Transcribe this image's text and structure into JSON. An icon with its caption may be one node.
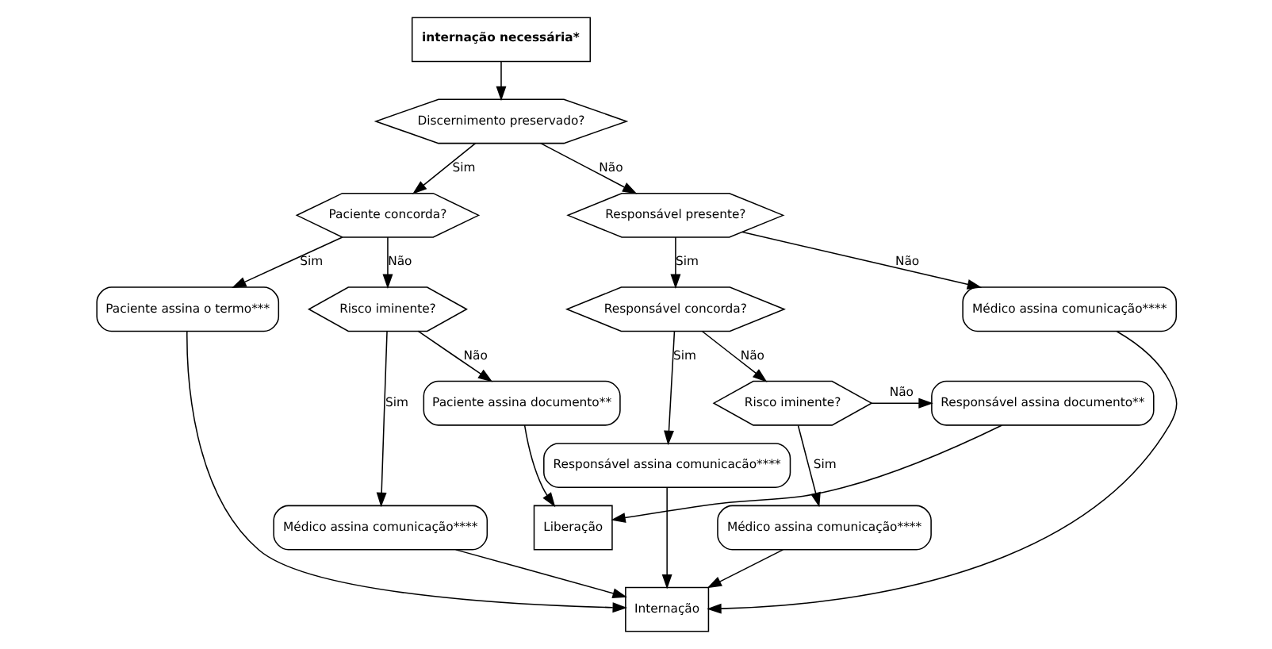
{
  "diagram": {
    "nodes": [
      {
        "text": [
          "internação necessária*"
        ]
      },
      {
        "text": [
          "Discernimento preservado?"
        ]
      },
      {
        "text": [
          "Paciente concorda?"
        ]
      },
      {
        "text": [
          "Responsável presente?"
        ]
      },
      {
        "text": [
          "Responsável concorda?"
        ]
      },
      {
        "text": [
          "Paciente assina o termo***"
        ]
      },
      {
        "text": [
          "Risco iminente?"
        ]
      },
      {
        "text": [
          "Médico assina comunicação****"
        ]
      },
      {
        "text": [
          "Risco iminente?"
        ]
      },
      {
        "text": [
          "Responsável assina comunicacão****"
        ]
      },
      {
        "text": [
          "Paciente assina documento**"
        ]
      },
      {
        "text": [
          "Liberação"
        ]
      },
      {
        "text": [
          "Responsável assina documento**"
        ]
      },
      {
        "text": [
          "Médico assina comunicação****"
        ]
      },
      {
        "text": [
          "Médico assina comunicação****"
        ]
      },
      {
        "text": [
          "Internação"
        ]
      }
    ],
    "edges": [
      {
        "from": 0,
        "to": 1,
        "arrow": "to"
      },
      {
        "from": 1,
        "to": 2,
        "arrow": "to",
        "label": "Sim"
      },
      {
        "from": 1,
        "to": 3,
        "arrow": "to",
        "label": "Não"
      },
      {
        "from": 2,
        "to": 5,
        "arrow": "to",
        "label": "Sim"
      },
      {
        "from": 2,
        "to": 6,
        "arrow": "to",
        "label": "Não"
      },
      {
        "from": 3,
        "to": 4,
        "arrow": "to",
        "label": "Sim"
      },
      {
        "from": 3,
        "to": 7,
        "arrow": "to",
        "label": "Não"
      },
      {
        "from": 4,
        "to": 9,
        "arrow": "to",
        "label": "Sim"
      },
      {
        "from": 4,
        "to": 8,
        "arrow": "to",
        "label": "Não"
      },
      {
        "from": 6,
        "to": 10,
        "arrow": "to",
        "label": "Não"
      },
      {
        "from": 6,
        "to": 13,
        "arrow": "to",
        "label": "Sim"
      },
      {
        "from": 8,
        "to": 12,
        "arrow": "to",
        "label": "Não"
      },
      {
        "from": 8,
        "to": 14,
        "arrow": "to",
        "label": "Sim"
      },
      {
        "from": 10,
        "to": 11,
        "arrow": "to"
      },
      {
        "from": 12,
        "to": 11,
        "arrow": "to"
      },
      {
        "from": 5,
        "to": 15,
        "arrow": "to"
      },
      {
        "from": 13,
        "to": 15,
        "arrow": "to"
      },
      {
        "from": 7,
        "to": 15,
        "arrow": "to"
      },
      {
        "from": 14,
        "to": 15,
        "arrow": "to"
      },
      {
        "from": 9,
        "to": 15,
        "arrow": "to"
      }
    ]
  }
}
